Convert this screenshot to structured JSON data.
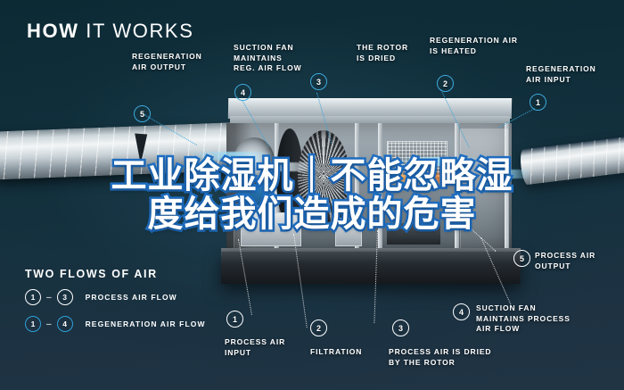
{
  "page": {
    "title": "HOW IT WORKS",
    "title_bold": "HOW",
    "title_light": "IT WORKS"
  },
  "colors": {
    "background_top": "#0d2b35",
    "background_bottom": "#203444",
    "accent_cyan": "#3aa5da",
    "headline_outline": "#1f6fc4",
    "text": "#ffffff"
  },
  "headline": {
    "line1": "工业除湿机｜不能忽略湿",
    "line2": "度给我们造成的危害"
  },
  "callouts": [
    {
      "number": "5",
      "label": "REGENERATION\nAIR OUTPUT",
      "label_line1": "REGENERATION",
      "label_line2": "AIR OUTPUT",
      "style": "cyan",
      "position": "top-left"
    },
    {
      "number": "4",
      "label_line1": "SUCTION FAN",
      "label_line2": "MAINTAINS",
      "label_line3": "REG. AIR FLOW",
      "style": "cyan",
      "position": "top"
    },
    {
      "number": "3",
      "label_line1": "THE ROTOR",
      "label_line2": "IS DRIED",
      "style": "cyan",
      "position": "top"
    },
    {
      "number": "2",
      "label_line1": "REGENERATION AIR",
      "label_line2": "IS HEATED",
      "style": "cyan",
      "position": "top"
    },
    {
      "number": "1",
      "label_line1": "REGENERATION",
      "label_line2": "AIR INPUT",
      "style": "cyan",
      "position": "top-right"
    },
    {
      "number": "5",
      "label_line1": "PROCESS AIR",
      "label_line2": "OUTPUT",
      "style": "white",
      "position": "right"
    },
    {
      "number": "1",
      "label_line1": "PROCESS AIR",
      "label_line2": "INPUT",
      "style": "white",
      "position": "bottom-left"
    },
    {
      "number": "2",
      "label_line1": "FILTRATION",
      "label_line2": "",
      "style": "white",
      "position": "bottom"
    },
    {
      "number": "3",
      "label_line1": "PROCESS AIR IS DRIED",
      "label_line2": "BY THE ROTOR",
      "style": "white",
      "position": "bottom"
    },
    {
      "number": "4",
      "label_line1": "SUCTION FAN",
      "label_line2": "MAINTAINS PROCESS",
      "label_line3": "AIR FLOW",
      "style": "white",
      "position": "bottom-right"
    }
  ],
  "legend": {
    "title": "TWO FLOWS OF AIR",
    "rows": [
      {
        "from": "1",
        "dash": "–",
        "to": "3",
        "label": "PROCESS AIR FLOW",
        "style": "white"
      },
      {
        "from": "1",
        "dash": "–",
        "to": "4",
        "label": "REGENERATION AIR FLOW",
        "style": "cyan"
      }
    ]
  }
}
